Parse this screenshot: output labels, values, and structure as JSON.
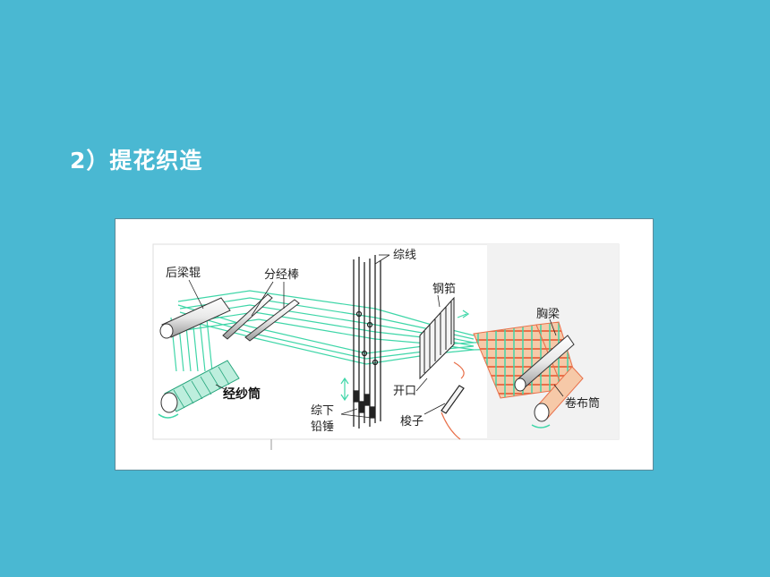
{
  "slide": {
    "title": "2）提花织造"
  },
  "diagram": {
    "labels": {
      "back_beam": "后梁辊",
      "lease_rods": "分经棒",
      "heddle": "综线",
      "reed": "钢筘",
      "breast_beam": "胸梁",
      "warp_beam": "经纱筒",
      "heddle_weight_1": "综下",
      "heddle_weight_2": "铅锤",
      "shed": "开口",
      "shuttle": "梭子",
      "cloth_roller": "卷布筒"
    },
    "colors": {
      "warp_yarn": "#3fd6a8",
      "weft_yarn": "#e8704a",
      "outline": "#333333"
    }
  }
}
